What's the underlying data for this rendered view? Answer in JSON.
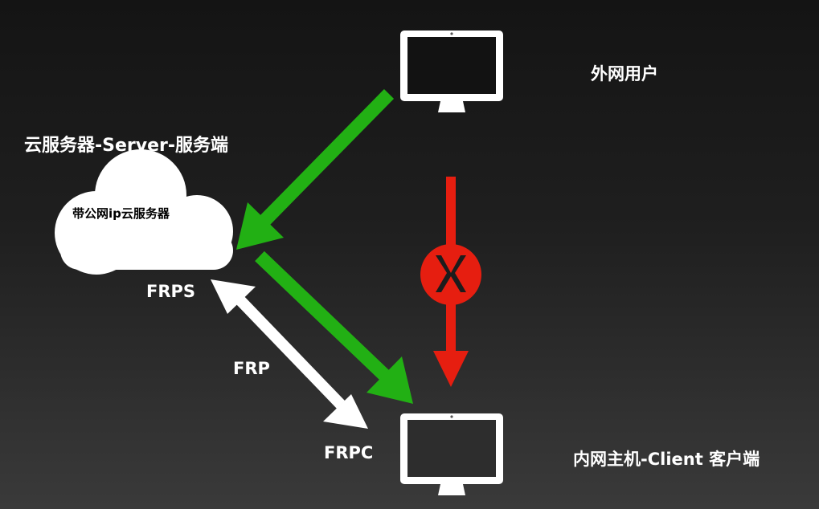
{
  "labels": {
    "external_user": "外网用户",
    "server_title": "云服务器-Server-服务端",
    "cloud_text": "带公网ip云服务器",
    "frps": "FRPS",
    "frp": "FRP",
    "frpc": "FRPC",
    "client_title": "内网主机-Client 客户端"
  },
  "colors": {
    "green_arrow": "#22b014",
    "red_arrow": "#e61e10",
    "white": "#ffffff"
  },
  "icons": {
    "external_monitor": "monitor-icon",
    "internal_monitor": "monitor-icon",
    "cloud": "cloud-icon",
    "blocked": "blocked-x-icon"
  }
}
